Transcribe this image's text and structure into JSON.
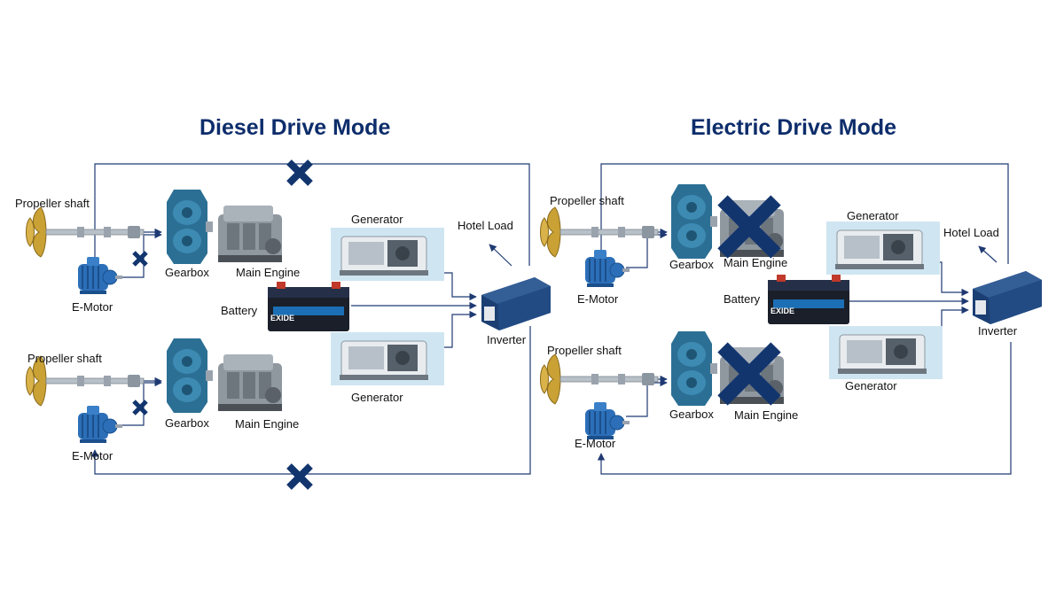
{
  "colors": {
    "title": "#0d2d6b",
    "line": "#1f3a73",
    "cross": "#12356e"
  },
  "panels": [
    {
      "title": "Diesel Drive Mode",
      "labels": {
        "prop_top": "Propeller shaft",
        "emotor_top": "E-Motor",
        "gearbox_top": "Gearbox",
        "engine_top": "Main Engine",
        "generator_top": "Generator",
        "battery": "Battery",
        "hotel_load": "Hotel Load",
        "inverter": "Inverter",
        "generator_bottom": "Generator",
        "prop_bottom": "Propeller shaft",
        "gearbox_bottom": "Gearbox",
        "engine_bottom": "Main Engine",
        "emotor_bottom": "E-Motor"
      },
      "battery_brand": "EXIDE",
      "disabled": [
        "e-motor links",
        "inverter return loops"
      ]
    },
    {
      "title": "Electric Drive Mode",
      "labels": {
        "prop_top": "Propeller shaft",
        "emotor_top": "E-Motor",
        "gearbox_top": "Gearbox",
        "engine_top": "Main Engine",
        "generator_top": "Generator",
        "battery": "Battery",
        "hotel_load": "Hotel Load",
        "inverter": "Inverter",
        "generator_bottom": "Generator",
        "prop_bottom": "Propeller shaft",
        "gearbox_bottom": "Gearbox",
        "engine_bottom": "Main Engine",
        "emotor_bottom": "E-Motor"
      },
      "battery_brand": "EXIDE",
      "disabled": [
        "main engines"
      ]
    }
  ]
}
